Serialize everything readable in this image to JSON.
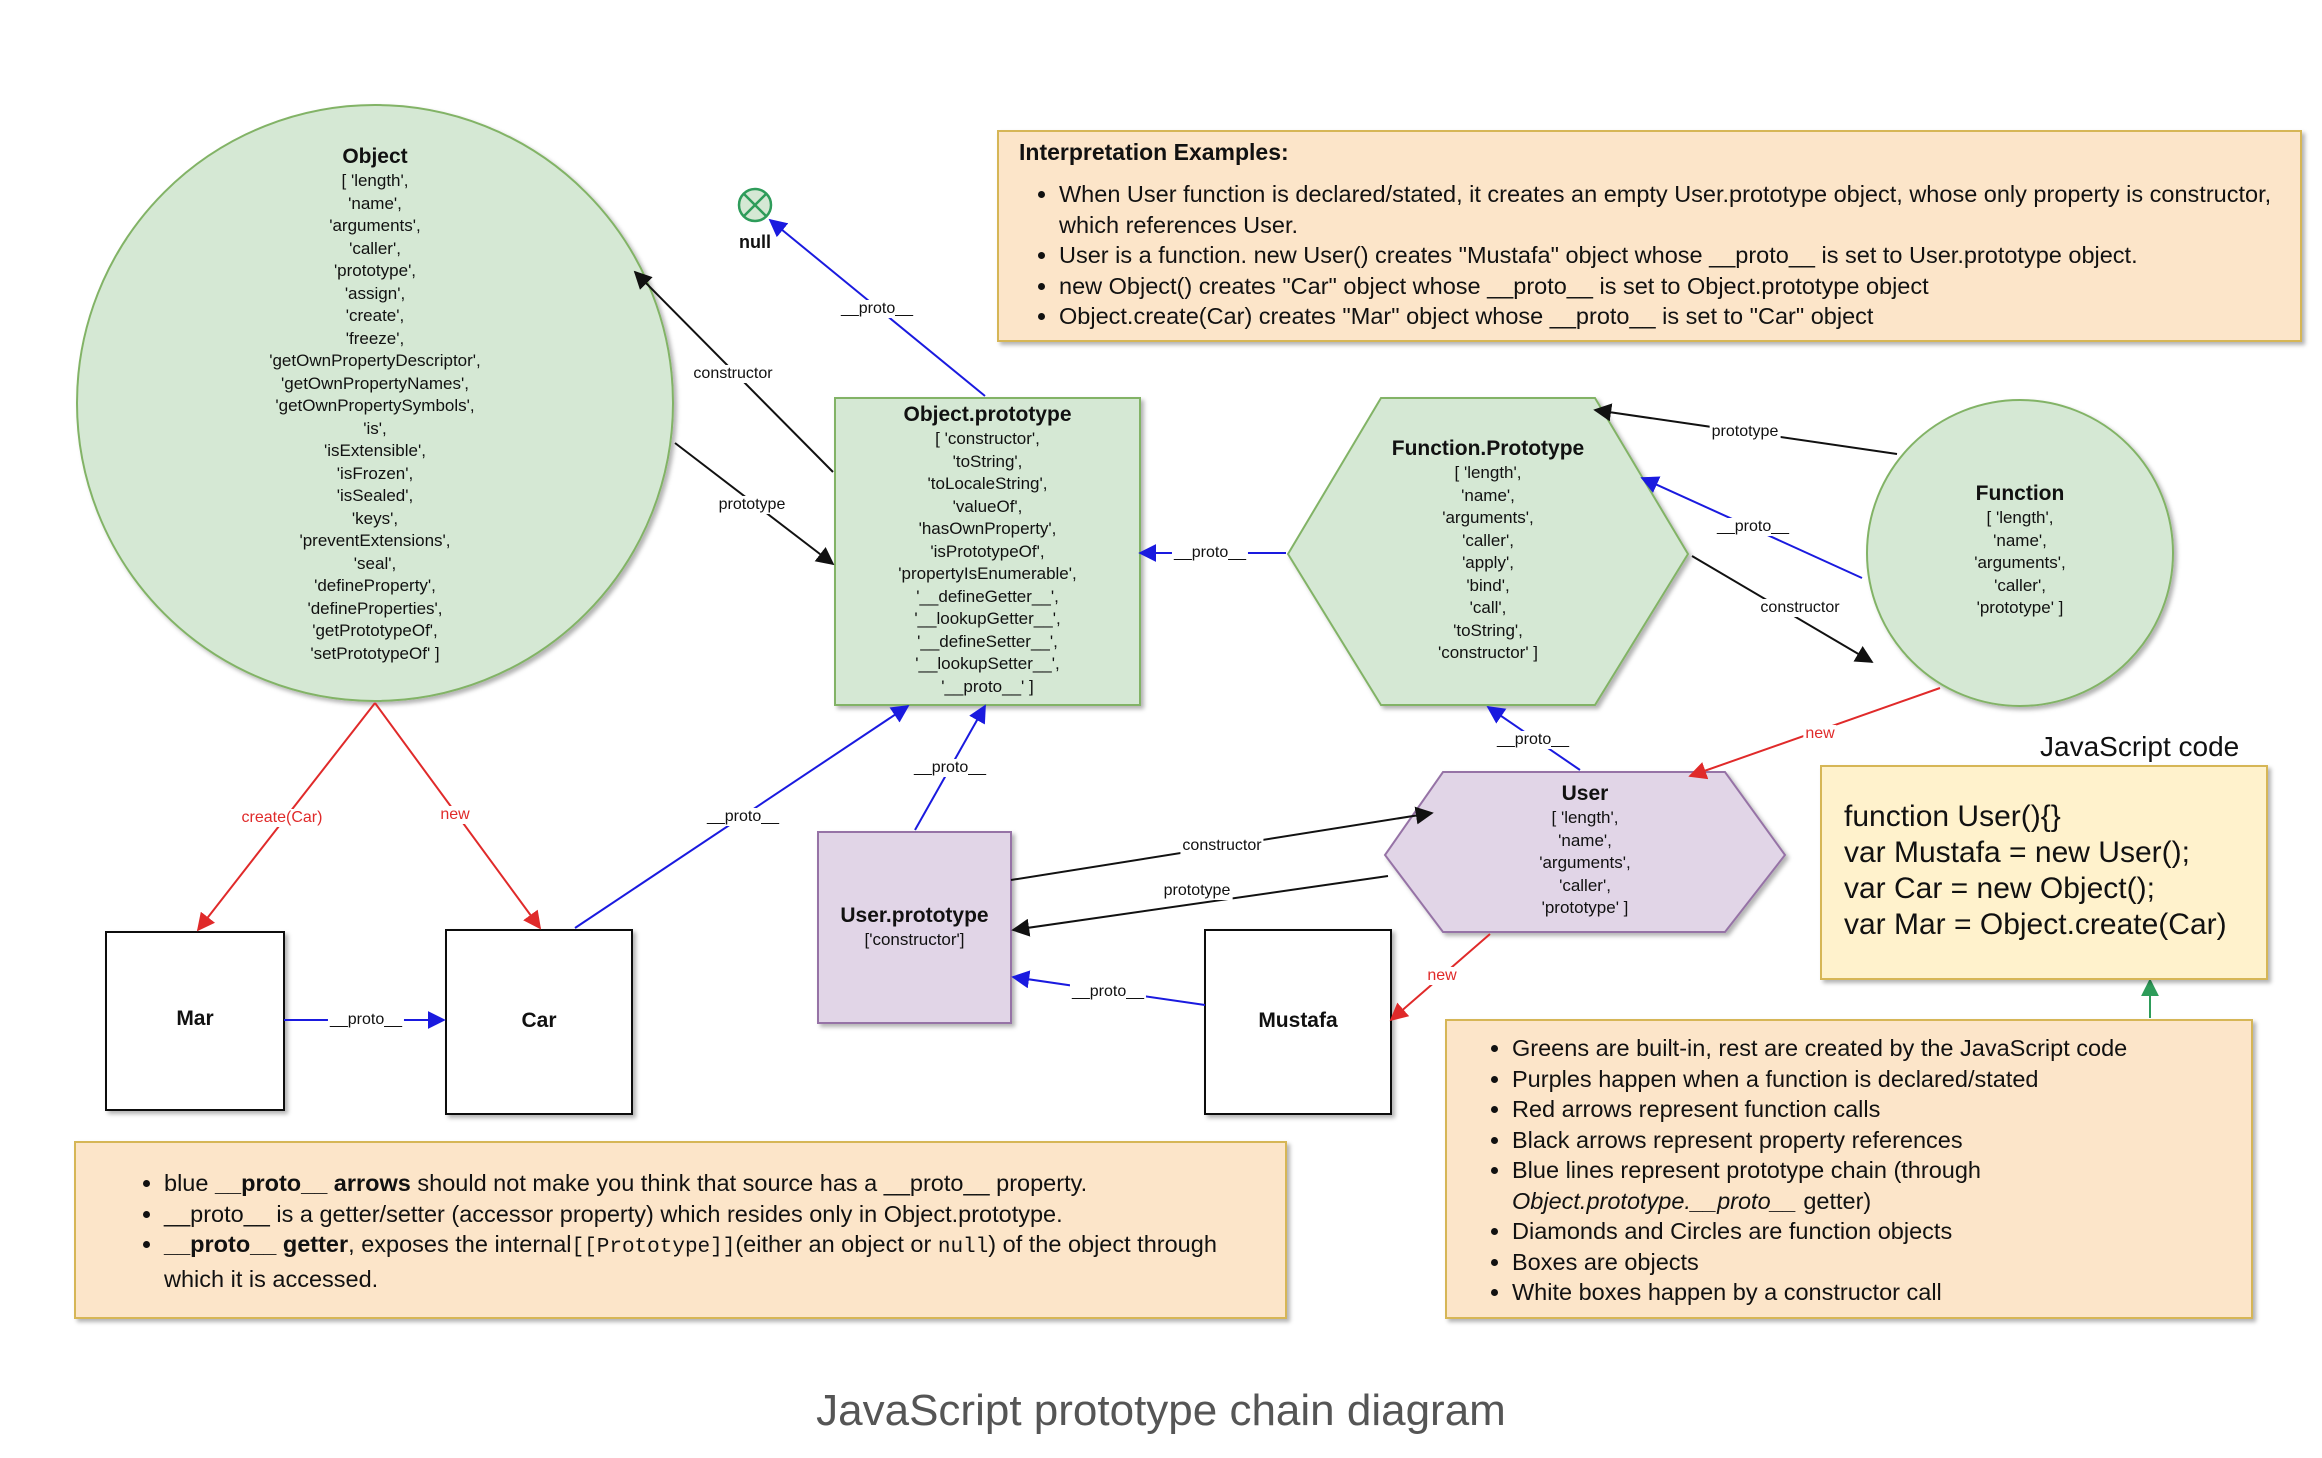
{
  "nodes": {
    "object": {
      "title": "Object",
      "props": "[ 'length',\n'name',\n'arguments',\n'caller',\n'prototype',\n'assign',\n'create',\n'freeze',\n'getOwnPropertyDescriptor',\n'getOwnPropertyNames',\n'getOwnPropertySymbols',\n'is',\n'isExtensible',\n'isFrozen',\n'isSealed',\n'keys',\n'preventExtensions',\n'seal',\n'defineProperty',\n'defineProperties',\n'getPrototypeOf',\n'setPrototypeOf' ]"
    },
    "object_prototype": {
      "title": "Object.prototype",
      "props": "[ 'constructor',\n'toString',\n'toLocaleString',\n'valueOf',\n'hasOwnProperty',\n'isPrototypeOf',\n'propertyIsEnumerable',\n'__defineGetter__',\n'__lookupGetter__',\n'__defineSetter__',\n'__lookupSetter__',\n'__proto__' ]"
    },
    "function_prototype": {
      "title": "Function.Prototype",
      "props": "[ 'length',\n'name',\n'arguments',\n'caller',\n'apply',\n'bind',\n'call',\n'toString',\n'constructor' ]"
    },
    "function": {
      "title": "Function",
      "props": "[ 'length',\n'name',\n'arguments',\n'caller',\n'prototype' ]"
    },
    "user": {
      "title": "User",
      "props": "[ 'length',\n'name',\n'arguments',\n'caller',\n'prototype' ]"
    },
    "user_prototype": {
      "title": "User.prototype",
      "props": "['constructor']"
    },
    "null_node": {
      "label": "null"
    },
    "mar": {
      "label": "Mar"
    },
    "car": {
      "label": "Car"
    },
    "mustafa": {
      "label": "Mustafa"
    }
  },
  "edge_labels": {
    "object_constructor": "constructor",
    "object_prototype": "prototype",
    "objproto_null": "__proto__",
    "funcproto_objproto": "__proto__",
    "function_prototype": "prototype",
    "function_proto": "__proto__",
    "function_constructor": "constructor",
    "function_new": "new",
    "user_proto": "__proto__",
    "userproto_proto": "__proto__",
    "car_proto": "__proto__",
    "mar_proto": "__proto__",
    "create_car": "create(Car)",
    "object_new": "new",
    "user_constructor": "constructor",
    "user_prototype": "prototype",
    "mustafa_proto": "__proto__",
    "user_new": "new"
  },
  "interpretation": {
    "heading": "Interpretation Examples:",
    "items": [
      "When User function is declared/stated, it creates an empty User.prototype object, whose only property is constructor, which references User.",
      "User is a function. new User() creates \"Mustafa\" object whose __proto__ is set to User.prototype object.",
      "new Object() creates \"Car\" object whose __proto__ is set to Object.prototype object",
      "Object.create(Car) creates \"Mar\" object whose __proto__ is set to \"Car\" object"
    ]
  },
  "code": {
    "heading": "JavaScript code",
    "lines": [
      "function User(){}",
      "var Mustafa = new User();",
      "var Car = new Object();",
      "var Mar = Object.create(Car)"
    ]
  },
  "proto_note": {
    "item1_bold": "blue __proto__ arrows",
    "item1_pre": "blue ",
    "item1_bold_only": "__proto__ arrows",
    "item1_rest": " should not make you think that source has a __proto__ property.",
    "item2": "__proto__ is a getter/setter (accessor property) which resides only in Object.prototype.",
    "item3_bold": "__proto__ getter",
    "item3_a": ", exposes the internal",
    "item3_mono1": "[[Prototype]]",
    "item3_b": "(either an object or ",
    "item3_mono2": "null",
    "item3_c": ") of the object through which it is accessed."
  },
  "legend": {
    "items": [
      "Greens are built-in, rest are created by the JavaScript code",
      "Purples happen when a function is declared/stated",
      "Red arrows represent function calls",
      "Black arrows represent property references",
      "Blue lines represent prototype chain (through",
      "Diamonds and Circles are function objects",
      "Boxes are objects",
      "White boxes happen by a constructor call"
    ],
    "italic_line": "Object.prototype.__proto__ getter)",
    "italic_pre": "Object.prototype.__proto__",
    "italic_post": " getter)"
  },
  "caption": "JavaScript prototype chain diagram",
  "colors": {
    "green_fill": "#d5e8d4",
    "green_stroke": "#82b366",
    "purple_fill": "#e1d5e7",
    "purple_stroke": "#9673a6",
    "note_fill": "#fce5c9",
    "code_fill": "#fff2cc",
    "note_stroke": "#d6b656",
    "blue": "#1a1adf",
    "red": "#e02a2a",
    "black": "#111111",
    "green_arrow": "#2e9c5a"
  }
}
